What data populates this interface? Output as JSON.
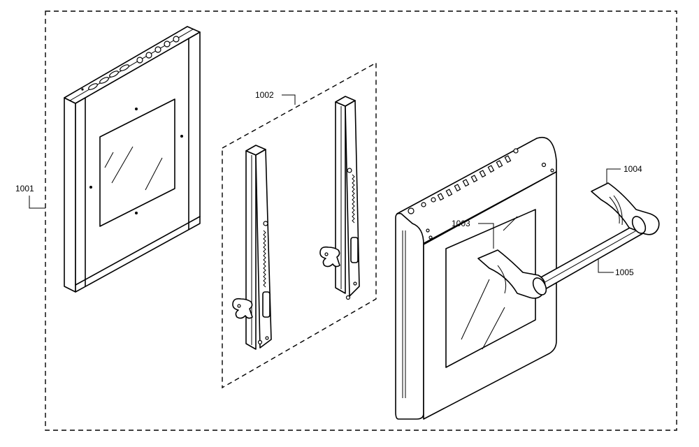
{
  "labels": {
    "door_assembly": "1001",
    "hinge_set": "1002",
    "handle_bracket": "1003",
    "handle_end_bracket": "1004",
    "handle_bar": "1005"
  }
}
